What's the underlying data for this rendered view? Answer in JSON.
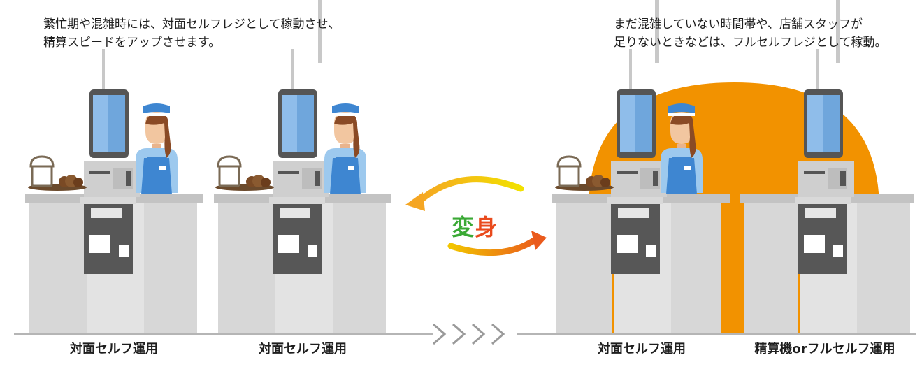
{
  "captions": {
    "left_line1": "繁忙期や混雑時には、対面セルフレジとして稼動させ、",
    "left_line2": "精算スピードをアップさせます。",
    "right_line1": "まだ混雑していない時間帯や、店舗スタッフが",
    "right_line2": "足りないときなどは、フルセルフレジとして稼動。"
  },
  "transform": {
    "char1": "変",
    "char2": "身"
  },
  "labels": {
    "register_1": "対面セルフ運用",
    "register_2": "対面セルフ運用",
    "register_3": "対面セルフ運用",
    "register_4": "精算機orフルセルフ運用"
  },
  "colors": {
    "accent_orange": "#F29200",
    "henshin_green": "#3aa935",
    "henshin_red": "#e94a1c",
    "uniform_blue": "#4a8fd6"
  }
}
